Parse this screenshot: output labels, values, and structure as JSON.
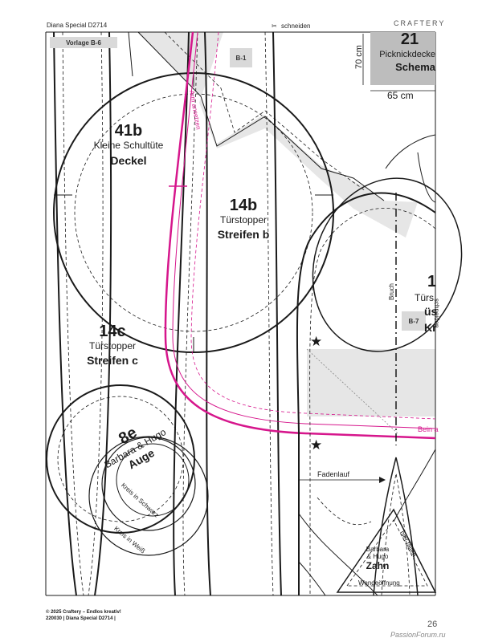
{
  "header": {
    "magazine": "Diana Special D2714",
    "cut_label": "schneiden",
    "brand": "CRAFTERY"
  },
  "template_tabs": {
    "main": "Vorlage B-6",
    "top": "B-1",
    "right": "B-7"
  },
  "schema_box": {
    "number": "21",
    "title": "Picknickdecke",
    "subtitle": "Schema",
    "height": "70 cm",
    "width": "65 cm"
  },
  "pieces": {
    "p41b": {
      "number": "41b",
      "name": "Kleine Schultüte",
      "part": "Deckel"
    },
    "p14b": {
      "number": "14b",
      "name": "Türstopper",
      "part": "Streifen b"
    },
    "p14c": {
      "number": "14c",
      "name": "Türstopper",
      "part": "Streifen c"
    },
    "p8e": {
      "number": "8e",
      "name": "Barbara & Hugo",
      "part": "Auge"
    },
    "partial_right": {
      "number": "1",
      "name": "Türs",
      "part1": "üs",
      "part2": "Kr"
    },
    "zahn": {
      "name1": "Barbara",
      "name2": "& Hugo",
      "part": "Zahn"
    }
  },
  "annotations": {
    "arm_ansetzen": "Arm ansetzen",
    "bein": "Bein a",
    "kreis_schwarz": "Kreis in Schwarz",
    "kreis_weiss": "Kreis in Weiß",
    "fadenlauf": "Fadenlauf",
    "bruch": "Bruch",
    "schneiden_side": "schneiden",
    "hier_falten": "hier falten",
    "wendeoeffnung": "Wendeöffnung"
  },
  "footer": {
    "line1": "© 2025 Craftery – Endlos kreativ!",
    "line2": "220030 | Diana Special D2714 |",
    "page": "26",
    "watermark": "PassionForum.ru"
  },
  "colors": {
    "accent": "#d6168c",
    "shade": "#e6e6e6",
    "line": "#1a1a1a"
  }
}
